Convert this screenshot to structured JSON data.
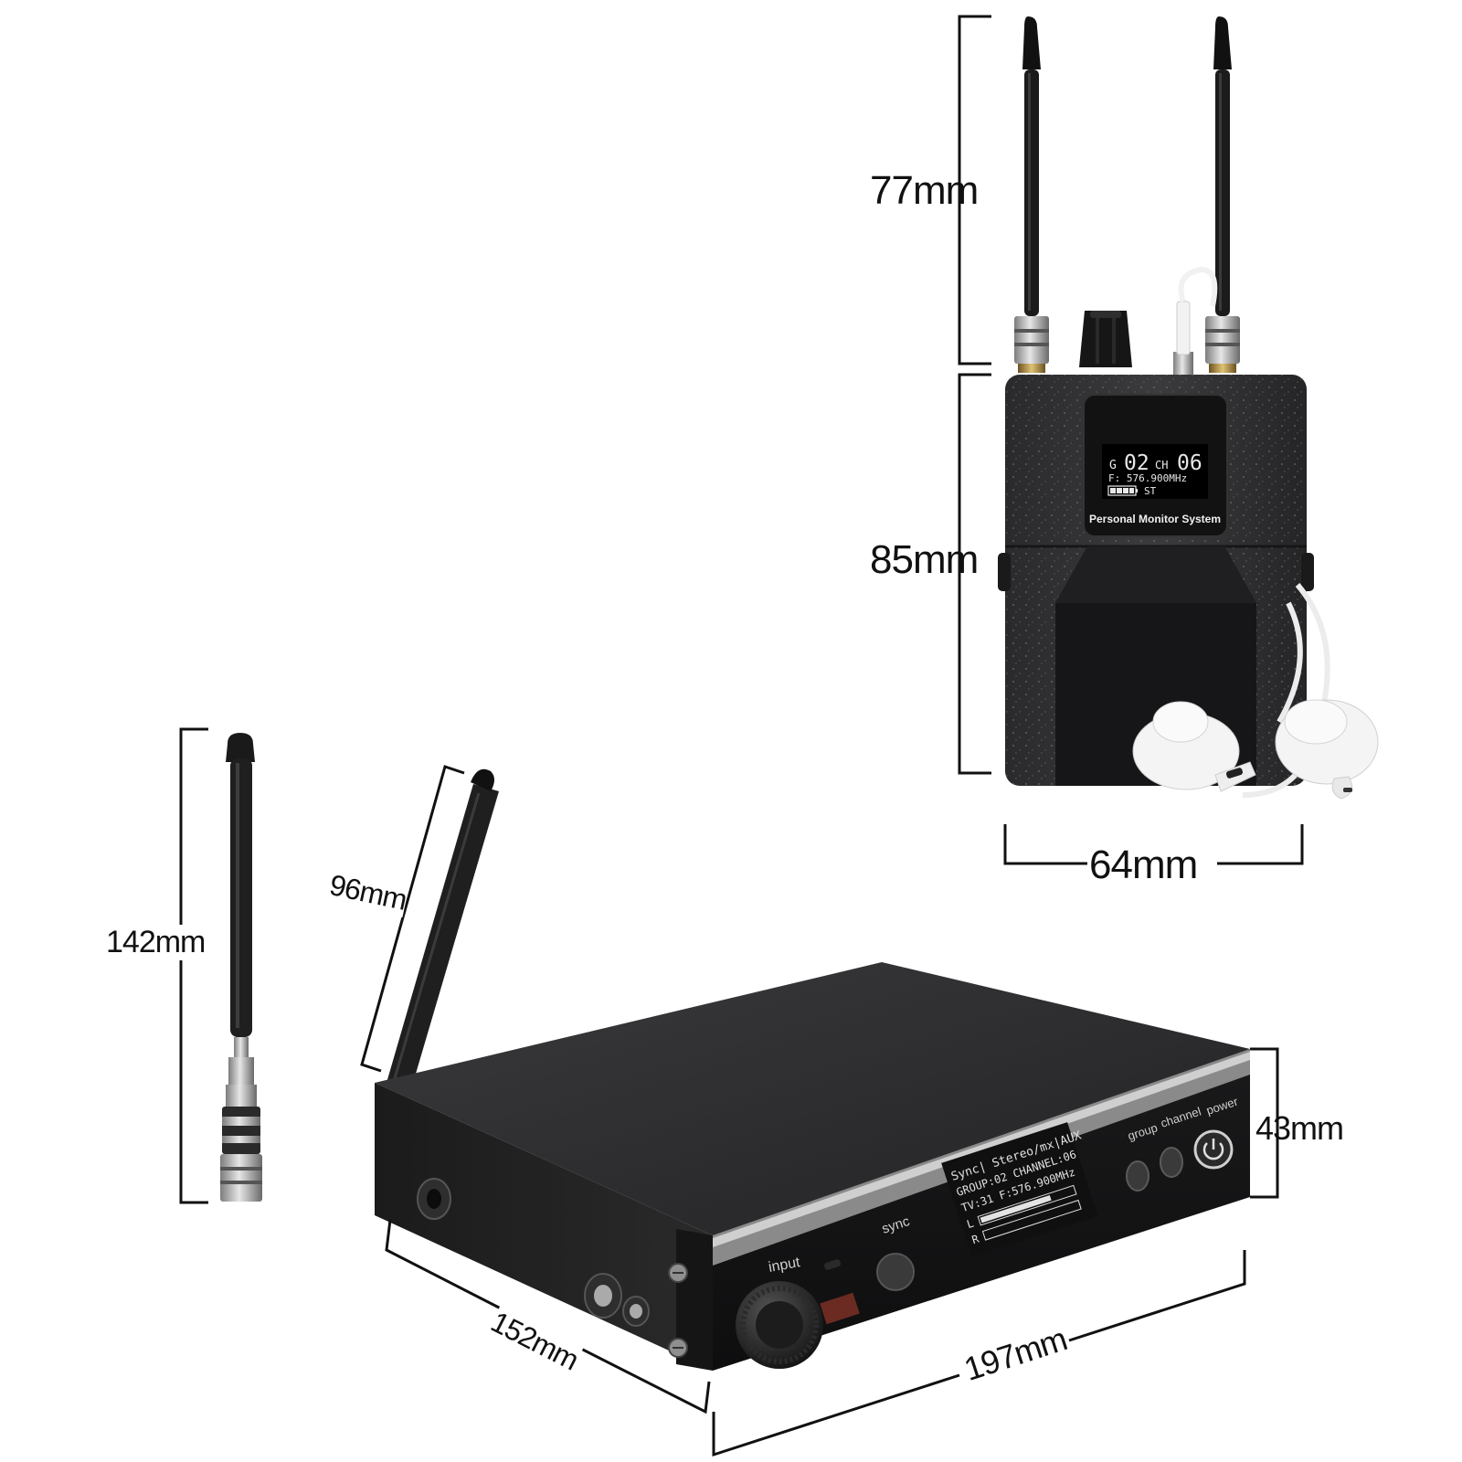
{
  "dimensions": {
    "receiver_antenna_height": "77mm",
    "receiver_body_height": "85mm",
    "receiver_width": "64mm",
    "loose_antenna_length": "142mm",
    "transmitter_antenna_length": "96mm",
    "transmitter_depth": "152mm",
    "transmitter_width": "197mm",
    "transmitter_height": "43mm"
  },
  "receiver_screen": {
    "group_prefix": "G",
    "group_value": "02",
    "channel_prefix": "CH",
    "channel_value": "06",
    "frequency": "F: 576.900MHz",
    "mode": "ST",
    "product_label": "Personal Monitor System"
  },
  "transmitter_screen": {
    "line1": "Sync| Stereo/mx|AUX",
    "line2": "GROUP:02  CHANNEL:06",
    "line3": "TV:31   F:576.900MHz",
    "left_label": "L",
    "right_label": "R"
  },
  "transmitter_labels": {
    "input": "input",
    "sync": "sync",
    "group": "group",
    "channel": "channel",
    "power": "power"
  },
  "colors": {
    "device_body": "#2b2b2d",
    "receiver_body": "#1e1e20",
    "screen_text": "#e8e8e8",
    "dimension_lines": "#111111",
    "earphones": "#f4f4f4"
  }
}
